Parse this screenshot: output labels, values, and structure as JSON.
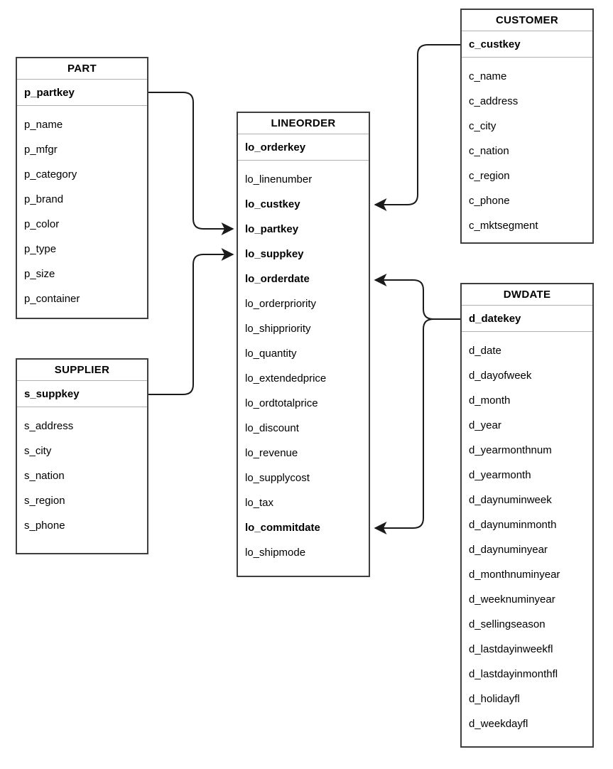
{
  "diagram": {
    "kind": "entity-relationship star schema",
    "background": "#ffffff",
    "colors": {
      "table_border": "#3f3f3f",
      "row_separator": "#b0b0b0",
      "text": "#000000",
      "connector": "#1a1a1a"
    },
    "tables": [
      {
        "title": "PART",
        "pk": [
          "p_partkey"
        ],
        "fields": [
          "p_name",
          "p_mfgr",
          "p_category",
          "p_brand",
          "p_color",
          "p_type",
          "p_size",
          "p_container"
        ]
      },
      {
        "title": "SUPPLIER",
        "pk": [
          "s_suppkey"
        ],
        "fields": [
          "s_address",
          "s_city",
          "s_nation",
          "s_region",
          "s_phone"
        ]
      },
      {
        "title": "LINEORDER",
        "pk": [
          "lo_orderkey"
        ],
        "fields": [
          "lo_linenumber",
          "lo_custkey",
          "lo_partkey",
          "lo_suppkey",
          "lo_orderdate",
          "lo_orderpriority",
          "lo_shippriority",
          "lo_quantity",
          "lo_extendedprice",
          "lo_ordtotalprice",
          "lo_discount",
          "lo_revenue",
          "lo_supplycost",
          "lo_tax",
          "lo_commitdate",
          "lo_shipmode"
        ],
        "emphasized_fields": [
          "lo_custkey",
          "lo_partkey",
          "lo_suppkey",
          "lo_orderdate",
          "lo_commitdate"
        ]
      },
      {
        "title": "CUSTOMER",
        "pk": [
          "c_custkey"
        ],
        "fields": [
          "c_name",
          "c_address",
          "c_city",
          "c_nation",
          "c_region",
          "c_phone",
          "c_mktsegment"
        ]
      },
      {
        "title": "DWDATE",
        "pk": [
          "d_datekey"
        ],
        "fields": [
          "d_date",
          "d_dayofweek",
          "d_month",
          "d_year",
          "d_yearmonthnum",
          "d_yearmonth",
          "d_daynuminweek",
          "d_daynuminmonth",
          "d_daynuminyear",
          "d_monthnuminyear",
          "d_weeknuminyear",
          "d_sellingseason",
          "d_lastdayinweekfl",
          "d_lastdayinmonthfl",
          "d_holidayfl",
          "d_weekdayfl"
        ]
      }
    ],
    "relationships": [
      {
        "from": "PART.p_partkey",
        "to": "LINEORDER.lo_partkey"
      },
      {
        "from": "SUPPLIER.s_suppkey",
        "to": "LINEORDER.lo_suppkey"
      },
      {
        "from": "CUSTOMER.c_custkey",
        "to": "LINEORDER.lo_custkey"
      },
      {
        "from": "DWDATE.d_datekey",
        "to": "LINEORDER.lo_orderdate"
      },
      {
        "from": "DWDATE.d_datekey",
        "to": "LINEORDER.lo_commitdate"
      }
    ]
  }
}
